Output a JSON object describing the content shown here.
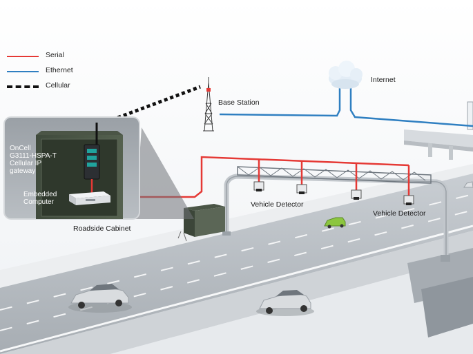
{
  "legend": [
    {
      "label": "Serial",
      "color": "#e53935",
      "style": "solid"
    },
    {
      "label": "Ethernet",
      "color": "#2f7fc1",
      "style": "solid"
    },
    {
      "label": "Cellular",
      "color": "#111111",
      "style": "dashed"
    }
  ],
  "labels": {
    "internet": "Internet",
    "base_station": "Base Station",
    "vehicle_detector_1": "Vehicle Detector",
    "vehicle_detector_2": "Vehicle Detector",
    "roadside_cabinet": "Roadside Cabinet"
  },
  "inset": {
    "gateway_lines": [
      "OnCell",
      "G3111-HSPA-T",
      "Cellular IP",
      "gateway"
    ],
    "computer_lines": [
      "Embedded",
      "Computer"
    ]
  },
  "colors": {
    "serial": "#e53935",
    "ethernet": "#2f7fc1",
    "cellular": "#111111"
  }
}
